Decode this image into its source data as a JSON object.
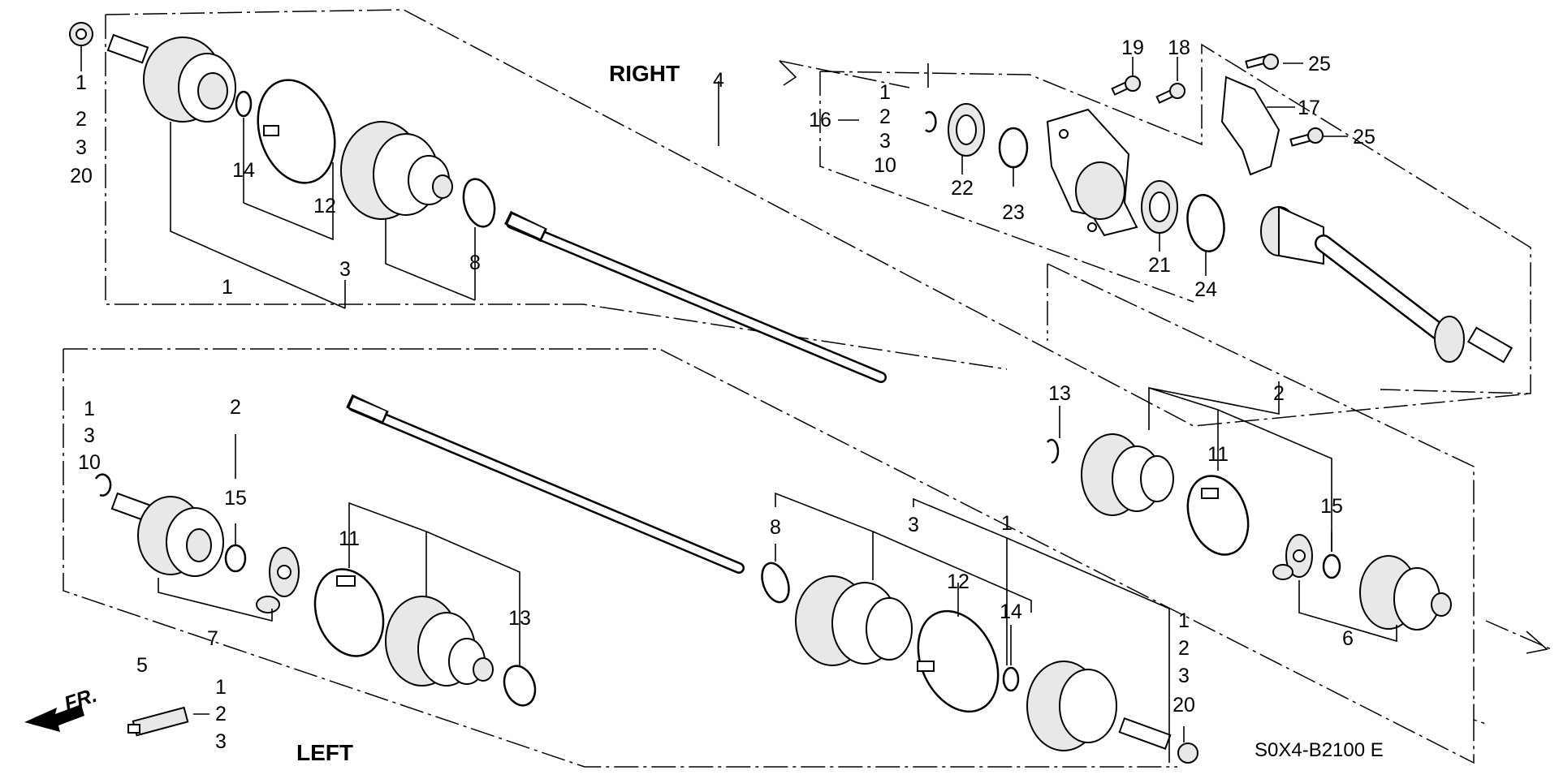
{
  "headings": {
    "right": "RIGHT",
    "left": "LEFT"
  },
  "diagram_code": "S0X4-B2100 E",
  "front_marker": "FR.",
  "callouts": {
    "r_topleft": [
      "1",
      "2",
      "3",
      "20"
    ],
    "r_4": "4",
    "r_14": "14",
    "r_12": "12",
    "r_3": "3",
    "r_1": "1",
    "r_8": "8",
    "r_16": "16",
    "r_16_group": [
      "1",
      "2",
      "3",
      "10"
    ],
    "r_19": "19",
    "r_18": "18",
    "r_25a": "25",
    "r_17": "17",
    "r_25b": "25",
    "r_22": "22",
    "r_23": "23",
    "r_21": "21",
    "r_24": "24",
    "l_13r": "13",
    "l_2r": "2",
    "l_11r": "11",
    "l_15r": "15",
    "l_6": "6",
    "l_topleft": [
      "1",
      "3",
      "10"
    ],
    "l_2": "2",
    "l_15": "15",
    "l_7": "7",
    "l_5": "5",
    "l_11": "11",
    "l_13": "13",
    "l_8": "8",
    "l_3": "3",
    "l_1": "1",
    "l_12": "12",
    "l_14": "14",
    "l_right_stack": [
      "1",
      "2",
      "3",
      "20"
    ],
    "l_tube": [
      "1",
      "2",
      "3"
    ]
  }
}
